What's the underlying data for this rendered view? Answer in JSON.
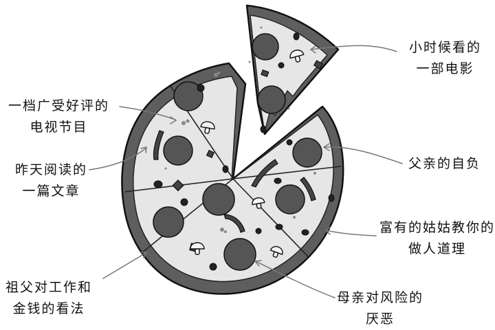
{
  "colors": {
    "crust": "#5e5e5e",
    "cheese": "#e6e6e6",
    "pepperoni": "#555555",
    "olive": "#222222",
    "pepper": "#444444",
    "mushroom": "#f5f5f5",
    "ink": "#111111"
  },
  "labels": [
    {
      "id": "childhood-movie",
      "lines": [
        "小时候看的",
        "一部电影"
      ]
    },
    {
      "id": "tv-show",
      "lines": [
        "一档广受好评的",
        "电视节目"
      ]
    },
    {
      "id": "article",
      "lines": [
        "昨天阅读的",
        "一篇文章"
      ]
    },
    {
      "id": "father-pride",
      "lines": [
        "父亲的自负"
      ]
    },
    {
      "id": "aunt-teaching",
      "lines": [
        "富有的姑姑教你的",
        "做人道理"
      ]
    },
    {
      "id": "grandfather-money",
      "lines": [
        "祖父对工作和",
        "金钱的看法"
      ]
    },
    {
      "id": "mother-risk",
      "lines": [
        "母亲对风险的",
        "厌恶"
      ]
    }
  ]
}
